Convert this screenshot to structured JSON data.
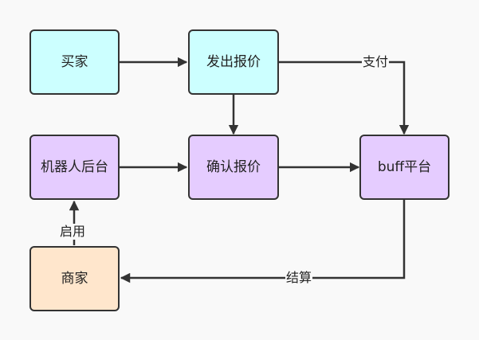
{
  "nodes": {
    "buyer": {
      "label": "买家",
      "fill": "#ccffff"
    },
    "submit_quote": {
      "label": "发出报价",
      "fill": "#ccffff"
    },
    "robot_backend": {
      "label": "机器人后台",
      "fill": "#e5ccff"
    },
    "confirm_quote": {
      "label": "确认报价",
      "fill": "#e5ccff"
    },
    "buff_platform": {
      "label": "buff平台",
      "fill": "#e5ccff"
    },
    "merchant": {
      "label": "商家",
      "fill": "#ffe6cc"
    }
  },
  "edges": {
    "pay": {
      "from": "发出报价",
      "to": "buff平台",
      "label": "支付"
    },
    "enable": {
      "from": "商家",
      "to": "机器人后台",
      "label": "启用"
    },
    "settle": {
      "from": "buff平台",
      "to": "商家",
      "label": "结算"
    }
  },
  "colors": {
    "stroke": "#333333",
    "background": "#f9f9f9"
  }
}
